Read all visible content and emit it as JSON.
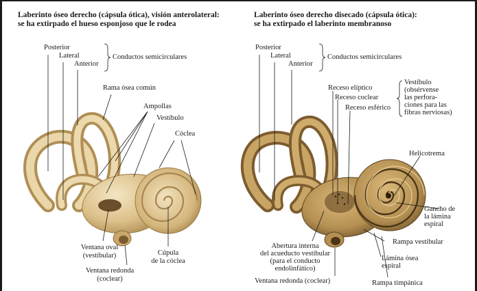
{
  "left_panel": {
    "title_line1": "Laberinto óseo derecho (cápsula ótica), visión anterolateral:",
    "title_line2": "se ha extirpado el hueso esponjoso que le rodea",
    "labels": {
      "posterior": "Posterior",
      "lateral": "Lateral",
      "anterior": "Anterior",
      "conductos": "Conductos semicirculares",
      "rama": "Rama ósea común",
      "ampollas": "Ampollas",
      "vestibulo": "Vestíbulo",
      "coclea": "Cóclea",
      "ventana_oval_1": "Ventana oval",
      "ventana_oval_2": "(vestibular)",
      "ventana_redonda_1": "Ventana redonda",
      "ventana_redonda_2": "(coclear)",
      "cupula_1": "Cúpula",
      "cupula_2": "de la cóclea"
    }
  },
  "right_panel": {
    "title_line1": "Laberinto óseo derecho disecado (cápsula ótica):",
    "title_line2": "se ha extirpado el laberinto membranoso",
    "labels": {
      "posterior": "Posterior",
      "lateral": "Lateral",
      "anterior": "Anterior",
      "conductos": "Conductos semicirculares",
      "receso_eliptico": "Receso elíptico",
      "receso_coclear": "Receso coclear",
      "receso_esferico": "Receso esférico",
      "vestibulo_1": "Vestíbulo",
      "vestibulo_2": "(obsérvense",
      "vestibulo_3": "las perfora-",
      "vestibulo_4": "ciones para las",
      "vestibulo_5": "fibras nerviosas)",
      "helicotrema": "Helicotrema",
      "gancho_1": "Gancho de",
      "gancho_2": "la lámina",
      "gancho_3": "espiral",
      "abertura_1": "Abertura interna",
      "abertura_2": "del acueducto vestibular",
      "abertura_3": "(para el conducto",
      "abertura_4": "endolinfático)",
      "rampa_vestibular": "Rampa vestibular",
      "lamina_1": "Lámina ósea",
      "lamina_2": "espiral",
      "ventana_redonda": "Ventana redonda (coclear)",
      "rampa_timpanica": "Rampa timpánica"
    }
  },
  "colors": {
    "bone_light": "#e6cfa0",
    "bone_mid": "#cfae72",
    "bone_dark": "#8a6a3a",
    "line": "#1a1a1a"
  }
}
